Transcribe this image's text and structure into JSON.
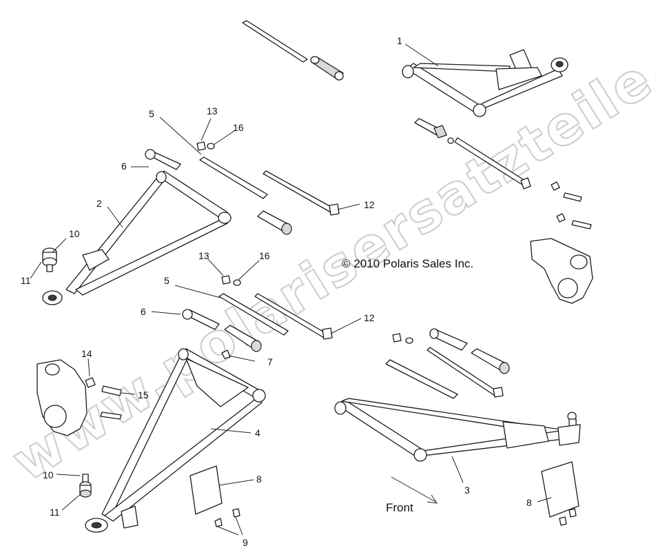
{
  "copyright": "© 2010 Polaris Sales Inc.",
  "front_label": "Front",
  "watermark": "www.polarisersatzteile.de",
  "callouts": {
    "c1": "1",
    "c2": "2",
    "c3": "3",
    "c4": "4",
    "c5a": "5",
    "c5b": "5",
    "c6a": "6",
    "c6b": "6",
    "c7": "7",
    "c8a": "8",
    "c8b": "8",
    "c9": "9",
    "c10a": "10",
    "c10b": "10",
    "c11a": "11",
    "c11b": "11",
    "c12a": "12",
    "c12b": "12",
    "c13a": "13",
    "c13b": "13",
    "c14": "14",
    "c15": "15",
    "c16a": "16",
    "c16b": "16"
  }
}
